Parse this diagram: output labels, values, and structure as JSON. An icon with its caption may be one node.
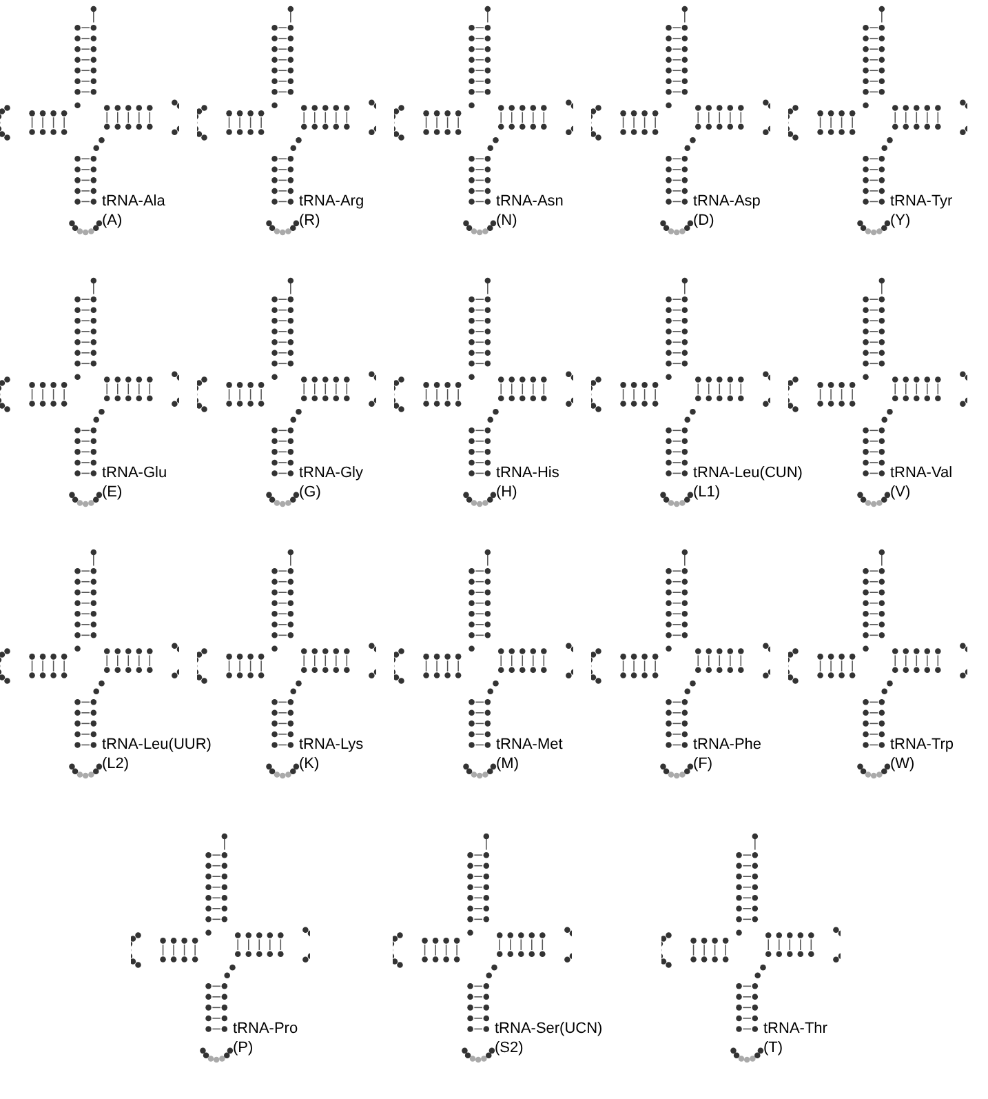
{
  "diagram": {
    "labels": [
      "tRNA-Ala",
      "(A)",
      "tRNA-Arg",
      "(R)",
      "tRNA-Asn",
      "(N)",
      "tRNA-Asp",
      "(D)",
      "tRNA-Tyr",
      "(Y)",
      "tRNA-Glu",
      "(E)",
      "tRNA-Gly",
      "(G)",
      "tRNA-His",
      "(H)",
      "tRNA-Leu(CUN)",
      "(L1)",
      "tRNA-Val",
      "(V)",
      "tRNA-Leu(UUR)",
      "(L2)",
      "tRNA-Lys",
      "(K)",
      "tRNA-Met",
      "(M)",
      "tRNA-Phe",
      "(F)",
      "tRNA-Trp",
      "(W)",
      "tRNA-Pro",
      "(P)",
      "tRNA-Ser(UCN)",
      "(S2)",
      "tRNA-Thr",
      "(T)"
    ]
  }
}
